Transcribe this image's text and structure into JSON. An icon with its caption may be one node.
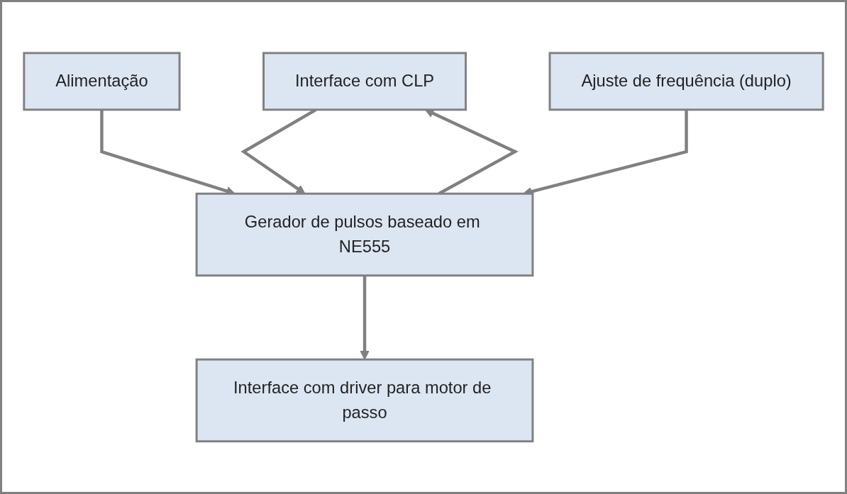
{
  "diagram": {
    "nodes": [
      {
        "text": [
          "Interface com CLP"
        ]
      },
      {
        "text": [
          "Alimentação"
        ]
      },
      {
        "text": [
          "Gerador de pulsos baseado em NE555"
        ]
      },
      {
        "text": [
          "Ajuste de frequência (duplo)"
        ]
      },
      {
        "text": [
          "Interface com driver para motor de passo"
        ]
      }
    ],
    "edges": [
      {
        "from": 2,
        "to": 0,
        "arrow": "to"
      },
      {
        "from": 0,
        "to": 2,
        "arrow": "to"
      },
      {
        "from": 1,
        "to": 2,
        "arrow": "to"
      },
      {
        "from": 3,
        "to": 2,
        "arrow": "to"
      },
      {
        "from": 2,
        "to": 4,
        "arrow": "to"
      }
    ]
  }
}
